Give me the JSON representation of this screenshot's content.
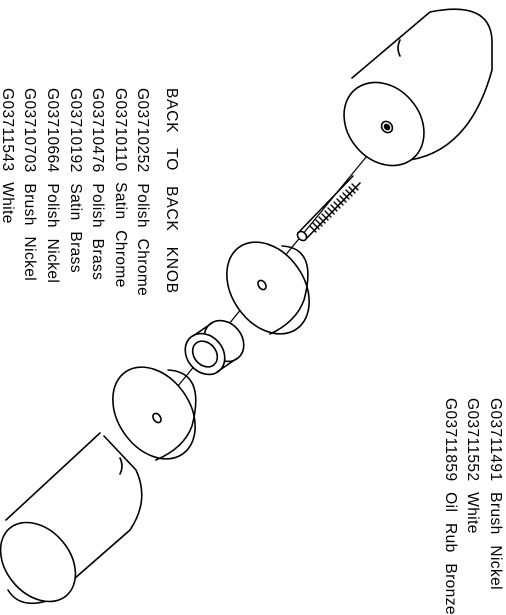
{
  "title": "BACK TO BACK KNOB",
  "parts_left": [
    "G03710252 Polish Chrome",
    "G03710110 Satin Chrome",
    "G03710476 Polish Brass",
    "G03710192 Satin Brass",
    "G03710664 Polish Nickel",
    "G03710703 Brush Nickel",
    "G03711543 White"
  ],
  "parts_right": [
    "G03711491 Brush Nickel",
    "G03711552 White",
    "G03711859 Oil Rub Bronze"
  ]
}
